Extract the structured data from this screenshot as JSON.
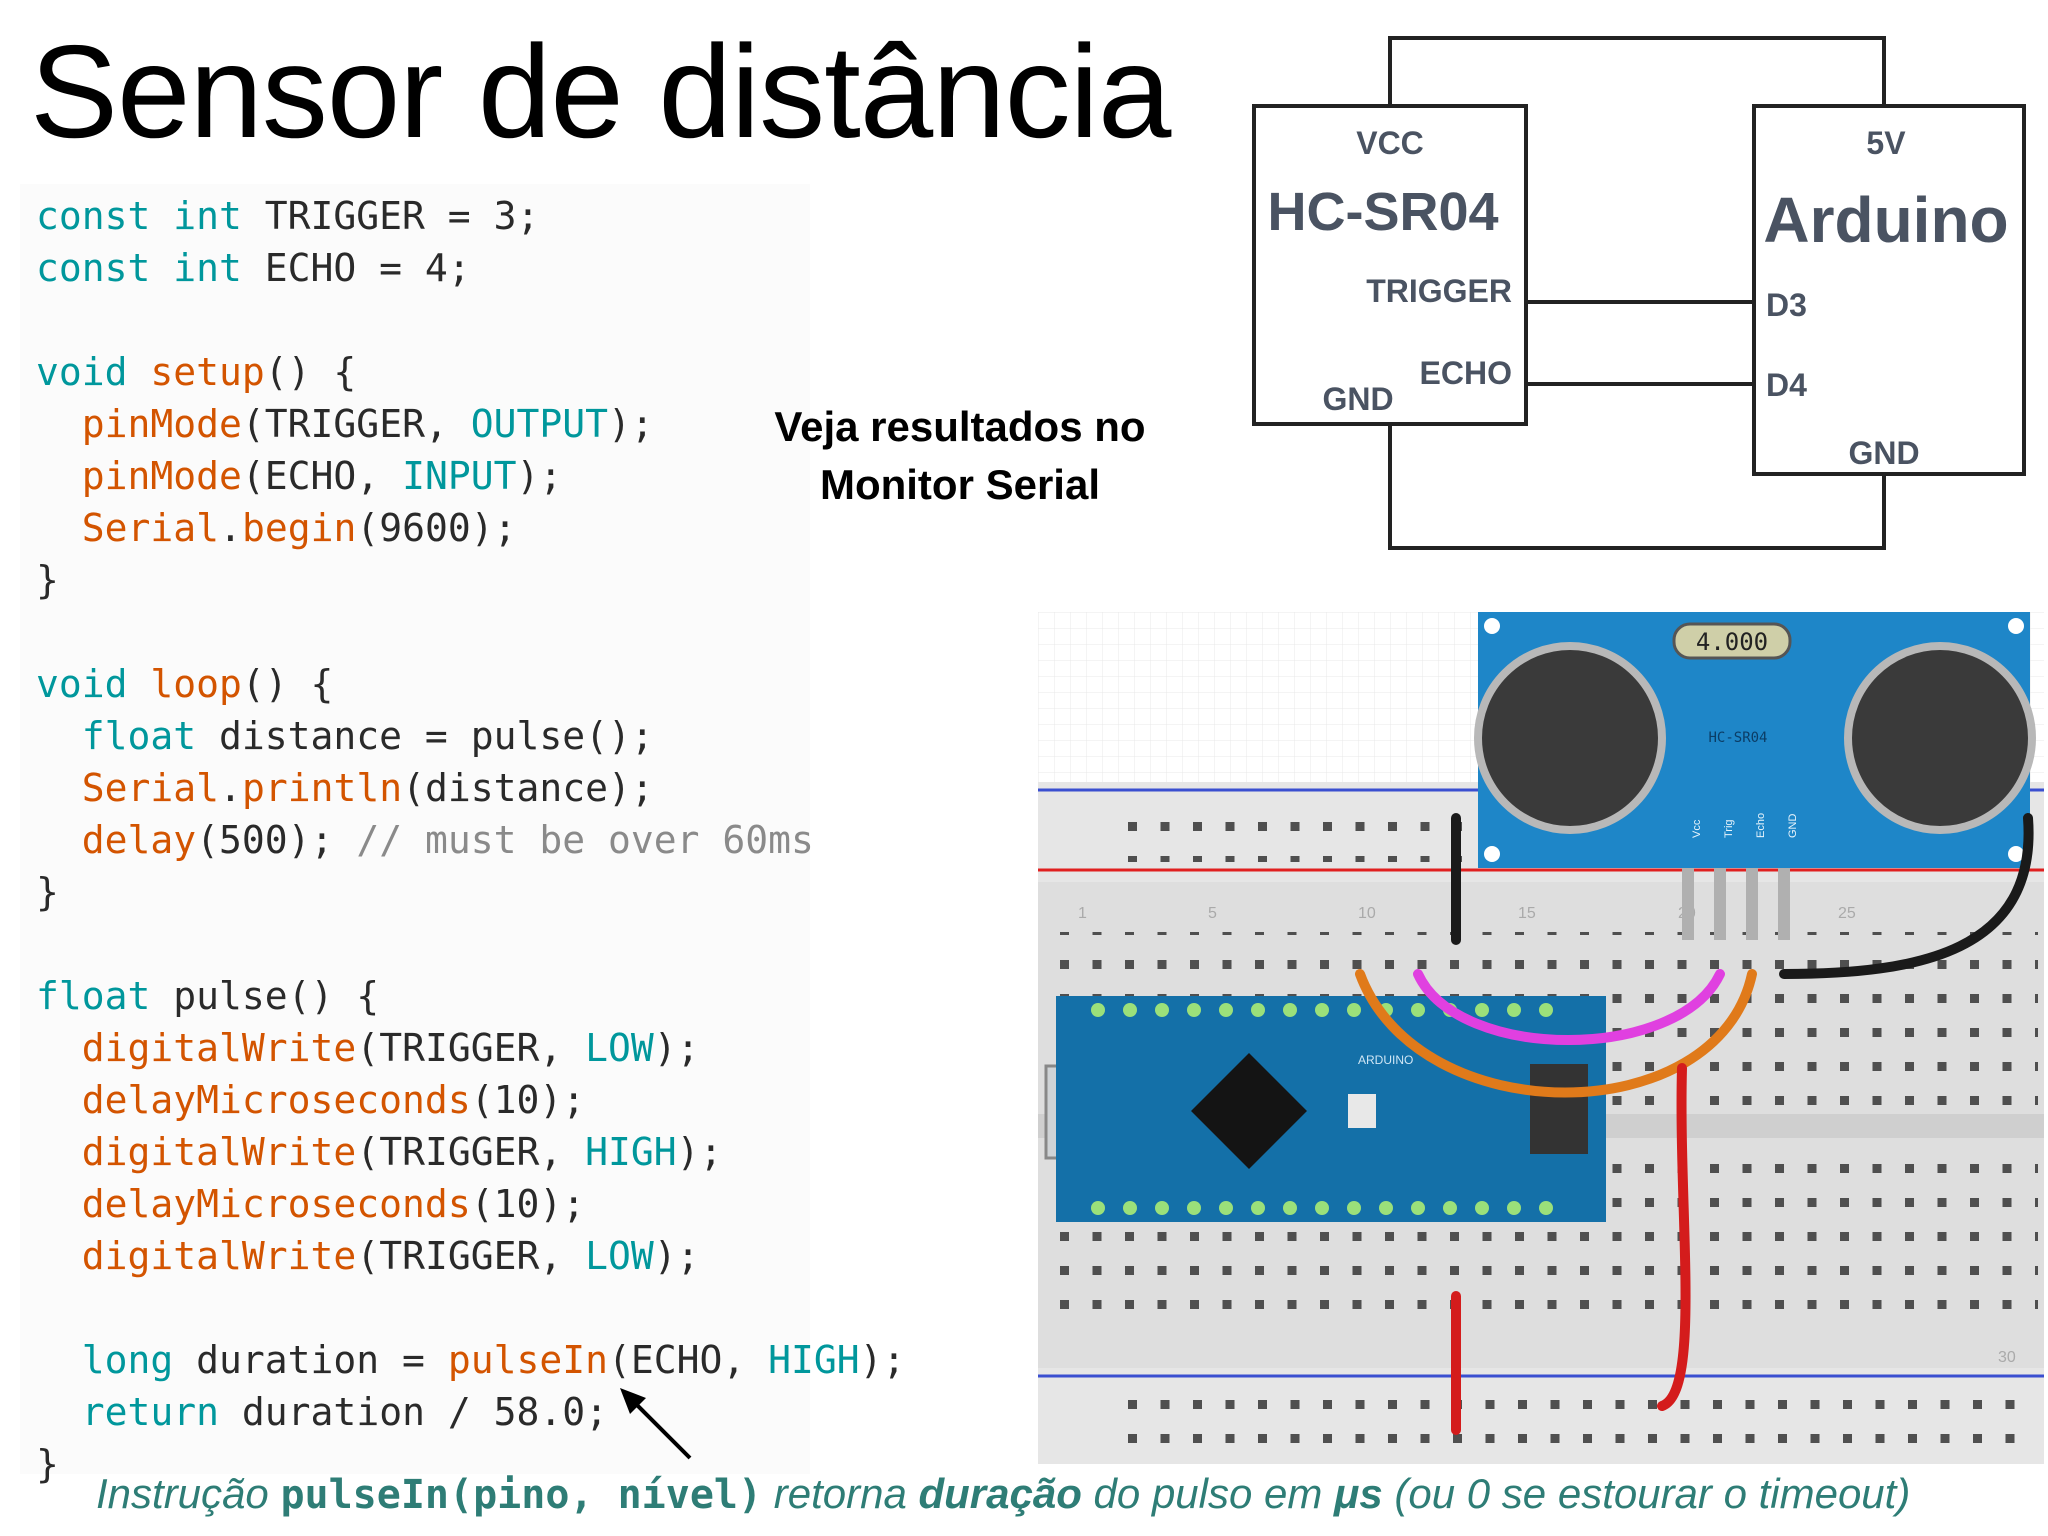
{
  "title": "Sensor de distância",
  "code": {
    "l1": {
      "kw": "const int",
      "rest": " TRIGGER = 3;"
    },
    "l2": {
      "kw": "const int",
      "rest": " ECHO = 4;"
    },
    "l3": {
      "kw": "void",
      "fn": "setup",
      "rest": "() {"
    },
    "l4": {
      "fn": "pinMode",
      "a": "(TRIGGER, ",
      "cst": "OUTPUT",
      "b": ");"
    },
    "l5": {
      "fn": "pinMode",
      "a": "(ECHO, ",
      "cst": "INPUT",
      "b": ");"
    },
    "l6": {
      "fn1": "Serial",
      "dot": ".",
      "fn2": "begin",
      "b": "(9600);"
    },
    "l7": "}",
    "l8": {
      "kw": "void",
      "fn": "loop",
      "rest": "() {"
    },
    "l9": {
      "kw": "float",
      "rest": " distance = pulse();"
    },
    "l10": {
      "fn1": "Serial",
      "dot": ".",
      "fn2": "println",
      "b": "(distance);"
    },
    "l11": {
      "fn": "delay",
      "a": "(500); ",
      "cm": "// must be over 60ms"
    },
    "l12": "}",
    "l13": {
      "kw": "float",
      "rest": " pulse() {"
    },
    "l14": {
      "fn": "digitalWrite",
      "a": "(TRIGGER, ",
      "cst": "LOW",
      "b": ");"
    },
    "l15": {
      "fn": "delayMicroseconds",
      "b": "(10);"
    },
    "l16": {
      "fn": "digitalWrite",
      "a": "(TRIGGER, ",
      "cst": "HIGH",
      "b": ");"
    },
    "l17": {
      "fn": "delayMicroseconds",
      "b": "(10);"
    },
    "l18": {
      "fn": "digitalWrite",
      "a": "(TRIGGER, ",
      "cst": "LOW",
      "b": ");"
    },
    "l19": {
      "kw": "long",
      "a": " duration = ",
      "fn": "pulseIn",
      "b": "(ECHO, ",
      "cst": "HIGH",
      "c": ");"
    },
    "l20": {
      "kw": "return",
      "rest": " duration / 58.0;"
    },
    "l21": "}"
  },
  "note": {
    "line1": "Veja resultados no",
    "line2": "Monitor Serial"
  },
  "schematic": {
    "sensor": {
      "name": "HC-SR04",
      "vcc": "VCC",
      "trigger": "TRIGGER",
      "echo": "ECHO",
      "gnd": "GND"
    },
    "board": {
      "name": "Arduino",
      "v5": "5V",
      "d3": "D3",
      "d4": "D4",
      "gnd": "GND"
    }
  },
  "breadboard": {
    "sensor_label": "HC-SR04",
    "sensor_display": "4.000",
    "sensor_pins": [
      "Vcc",
      "Trig",
      "Echo",
      "GND"
    ],
    "board_label": "ARDUINO",
    "column_numbers": [
      "1",
      "5",
      "10",
      "15",
      "20",
      "25",
      "30"
    ]
  },
  "footnote": {
    "t1": "Instrução ",
    "code": "pulseIn(pino, nível)",
    "t2": " retorna ",
    "b1": "duração",
    "t3": " do pulso em ",
    "b2": "μs",
    "t4": " (ou 0 se estourar o timeout)"
  },
  "colors": {
    "keyword": "#00979c",
    "function": "#d35400",
    "footnote": "#2e7d76",
    "sensor_blue": "#1e86c8",
    "board_blue": "#1470a8"
  }
}
